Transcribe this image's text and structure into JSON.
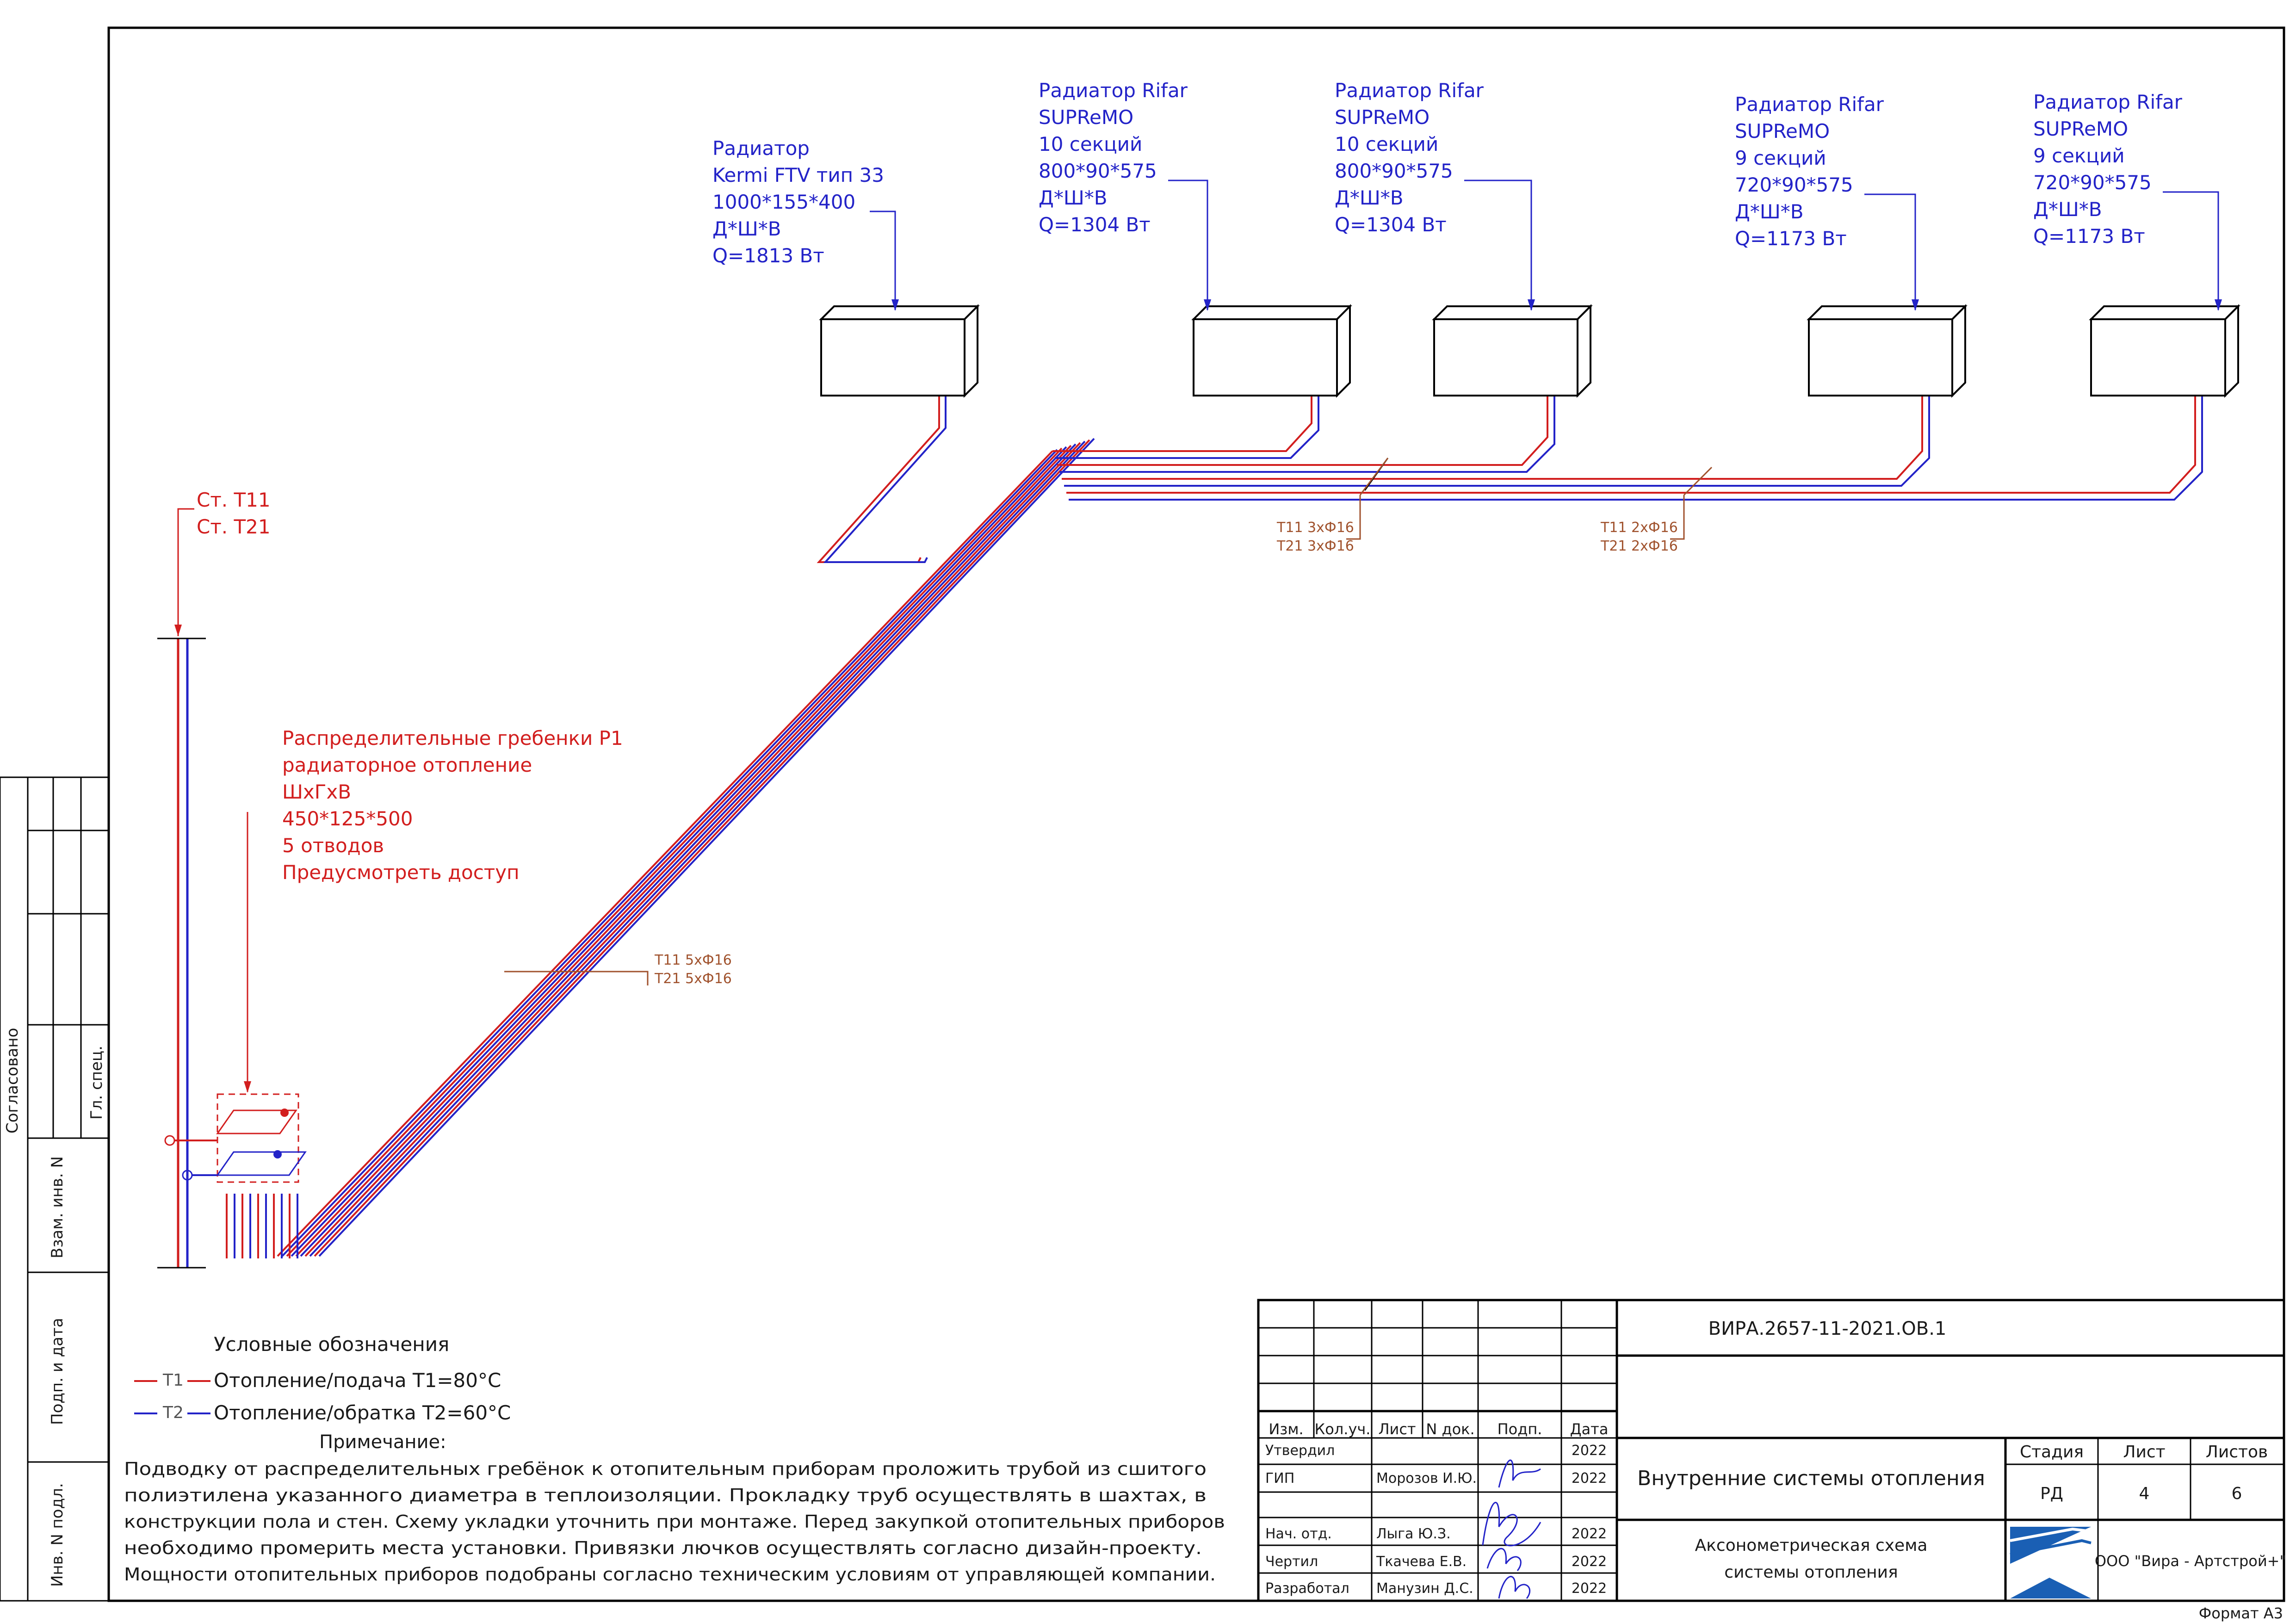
{
  "radiators": [
    {
      "lines": [
        "Радиатор",
        "Kermi FTV тип 33",
        "1000*155*400",
        "Д*Ш*В",
        "Q=1813 Вт"
      ]
    },
    {
      "lines": [
        "Радиатор Rifar",
        "SUPReMO",
        "10 секций",
        "800*90*575",
        "Д*Ш*В",
        "Q=1304 Вт"
      ]
    },
    {
      "lines": [
        "Радиатор Rifar",
        "SUPReMO",
        "10 секций",
        "800*90*575",
        "Д*Ш*В",
        "Q=1304 Вт"
      ]
    },
    {
      "lines": [
        "Радиатор Rifar",
        "SUPReMO",
        "9 секций",
        "720*90*575",
        "Д*Ш*В",
        "Q=1173 Вт"
      ]
    },
    {
      "lines": [
        "Радиатор Rifar",
        "SUPReMO",
        "9 секций",
        "720*90*575",
        "Д*Ш*В",
        "Q=1173 Вт"
      ]
    }
  ],
  "riser": {
    "lines": [
      "Ст. Т11",
      "Ст. Т21"
    ]
  },
  "manifold": {
    "lines": [
      "Распределительные гребенки Р1",
      "радиаторное отопление",
      "ШхГхВ",
      "450*125*500",
      "5 отводов",
      "Предусмотреть доступ"
    ]
  },
  "pipe_labels": [
    {
      "lines": [
        "Т11 5хФ16",
        "Т21 5хФ16"
      ]
    },
    {
      "lines": [
        "Т11 3хФ16",
        "Т21 3хФ16"
      ]
    },
    {
      "lines": [
        "Т11 2хФ16",
        "Т21 2хФ16"
      ]
    }
  ],
  "legend": {
    "title": "Условные обозначения",
    "items": [
      {
        "code": "Т1",
        "text": "Отопление/подача Т1=80°С",
        "color": "#d21e1e"
      },
      {
        "code": "Т2",
        "text": "Отопление/обратка Т2=60°С",
        "color": "#2323c8"
      }
    ]
  },
  "note": {
    "title": "Примечание:",
    "lines": [
      "Подводку от распределительных гребёнок к отопительным приборам проложить трубой из сшитого",
      "полиэтилена указанного диаметра в теплоизоляции. Прокладку труб осуществлять в шахтах, в",
      "конструкции пола и стен. Схему укладки уточнить при монтаже. Перед закупкой отопительных приборов",
      "необходимо промерить места установки. Привязки лючков осуществлять согласно дизайн-проекту.",
      "Мощности отопительных приборов подобраны согласно техническим условиям от управляющей компании."
    ]
  },
  "left_stamp": {
    "agreed": "Согласовано",
    "cells": [
      "Гл. спец.",
      "Взам. инв. N",
      "Подп. и дата",
      "Инв. N подл."
    ]
  },
  "title_block": {
    "code": "ВИРА.2657-11-2021.ОВ.1",
    "headers": [
      "Изм.",
      "Кол.уч.",
      "Лист",
      "N док.",
      "Подп.",
      "Дата"
    ],
    "roles": [
      {
        "role": "Утвердил",
        "name": "",
        "date": "2022"
      },
      {
        "role": "ГИП",
        "name": "Морозов И.Ю.",
        "date": "2022"
      },
      {
        "role": "Нач. отд.",
        "name": "Лыга Ю.З.",
        "date": "2022"
      },
      {
        "role": "Чертил",
        "name": "Ткачева Е.В.",
        "date": "2022"
      },
      {
        "role": "Разработал",
        "name": "Манузин Д.С.",
        "date": "2022"
      }
    ],
    "project": "Внутренние системы отопления",
    "sheet_title_lines": [
      "Аксонометрическая схема",
      "системы отопления"
    ],
    "stage_label": "Стадия",
    "sheet_label": "Лист",
    "sheets_label": "Листов",
    "stage": "РД",
    "sheet": "4",
    "sheets": "6",
    "company": "ООО \"Вира - Артстрой+\"",
    "format": "Формат А3"
  }
}
